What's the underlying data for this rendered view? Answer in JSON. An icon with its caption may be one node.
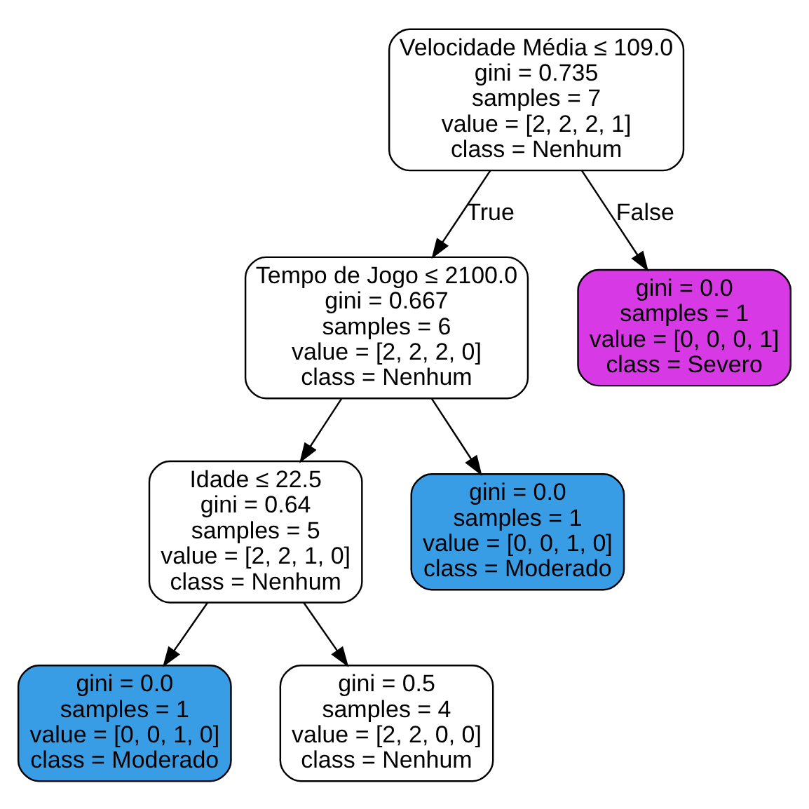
{
  "diagram": {
    "nodes": [
      {
        "text": [
          "Velocidade Média ≤ 109.0",
          "gini = 0.735",
          "samples = 7",
          "value = [2, 2, 2, 1]",
          "class = Nenhum"
        ]
      },
      {
        "text": [
          "Tempo de Jogo ≤ 2100.0",
          "gini = 0.667",
          "samples = 6",
          "value = [2, 2, 2, 0]",
          "class = Nenhum"
        ]
      },
      {
        "text": [
          "gini = 0.0",
          "samples = 1",
          "value = [0, 0, 0, 1]",
          "class = Severo"
        ]
      },
      {
        "text": [
          "Idade ≤ 22.5",
          "gini = 0.64",
          "samples = 5",
          "value = [2, 2, 1, 0]",
          "class = Nenhum"
        ]
      },
      {
        "text": [
          "gini = 0.0",
          "samples = 1",
          "value = [0, 0, 1, 0]",
          "class = Moderado"
        ]
      },
      {
        "text": [
          "gini = 0.0",
          "samples = 1",
          "value = [0, 0, 1, 0]",
          "class = Moderado"
        ]
      },
      {
        "text": [
          "gini = 0.5",
          "samples = 4",
          "value = [2, 2, 0, 0]",
          "class = Nenhum"
        ]
      }
    ],
    "edges": [
      {
        "from": 0,
        "to": 1,
        "arrow": "to",
        "label": "True"
      },
      {
        "from": 0,
        "to": 2,
        "arrow": "to",
        "label": "False"
      },
      {
        "from": 1,
        "to": 3,
        "arrow": "to"
      },
      {
        "from": 1,
        "to": 4,
        "arrow": "to"
      },
      {
        "from": 3,
        "to": 5,
        "arrow": "to"
      },
      {
        "from": 3,
        "to": 6,
        "arrow": "to"
      }
    ]
  }
}
